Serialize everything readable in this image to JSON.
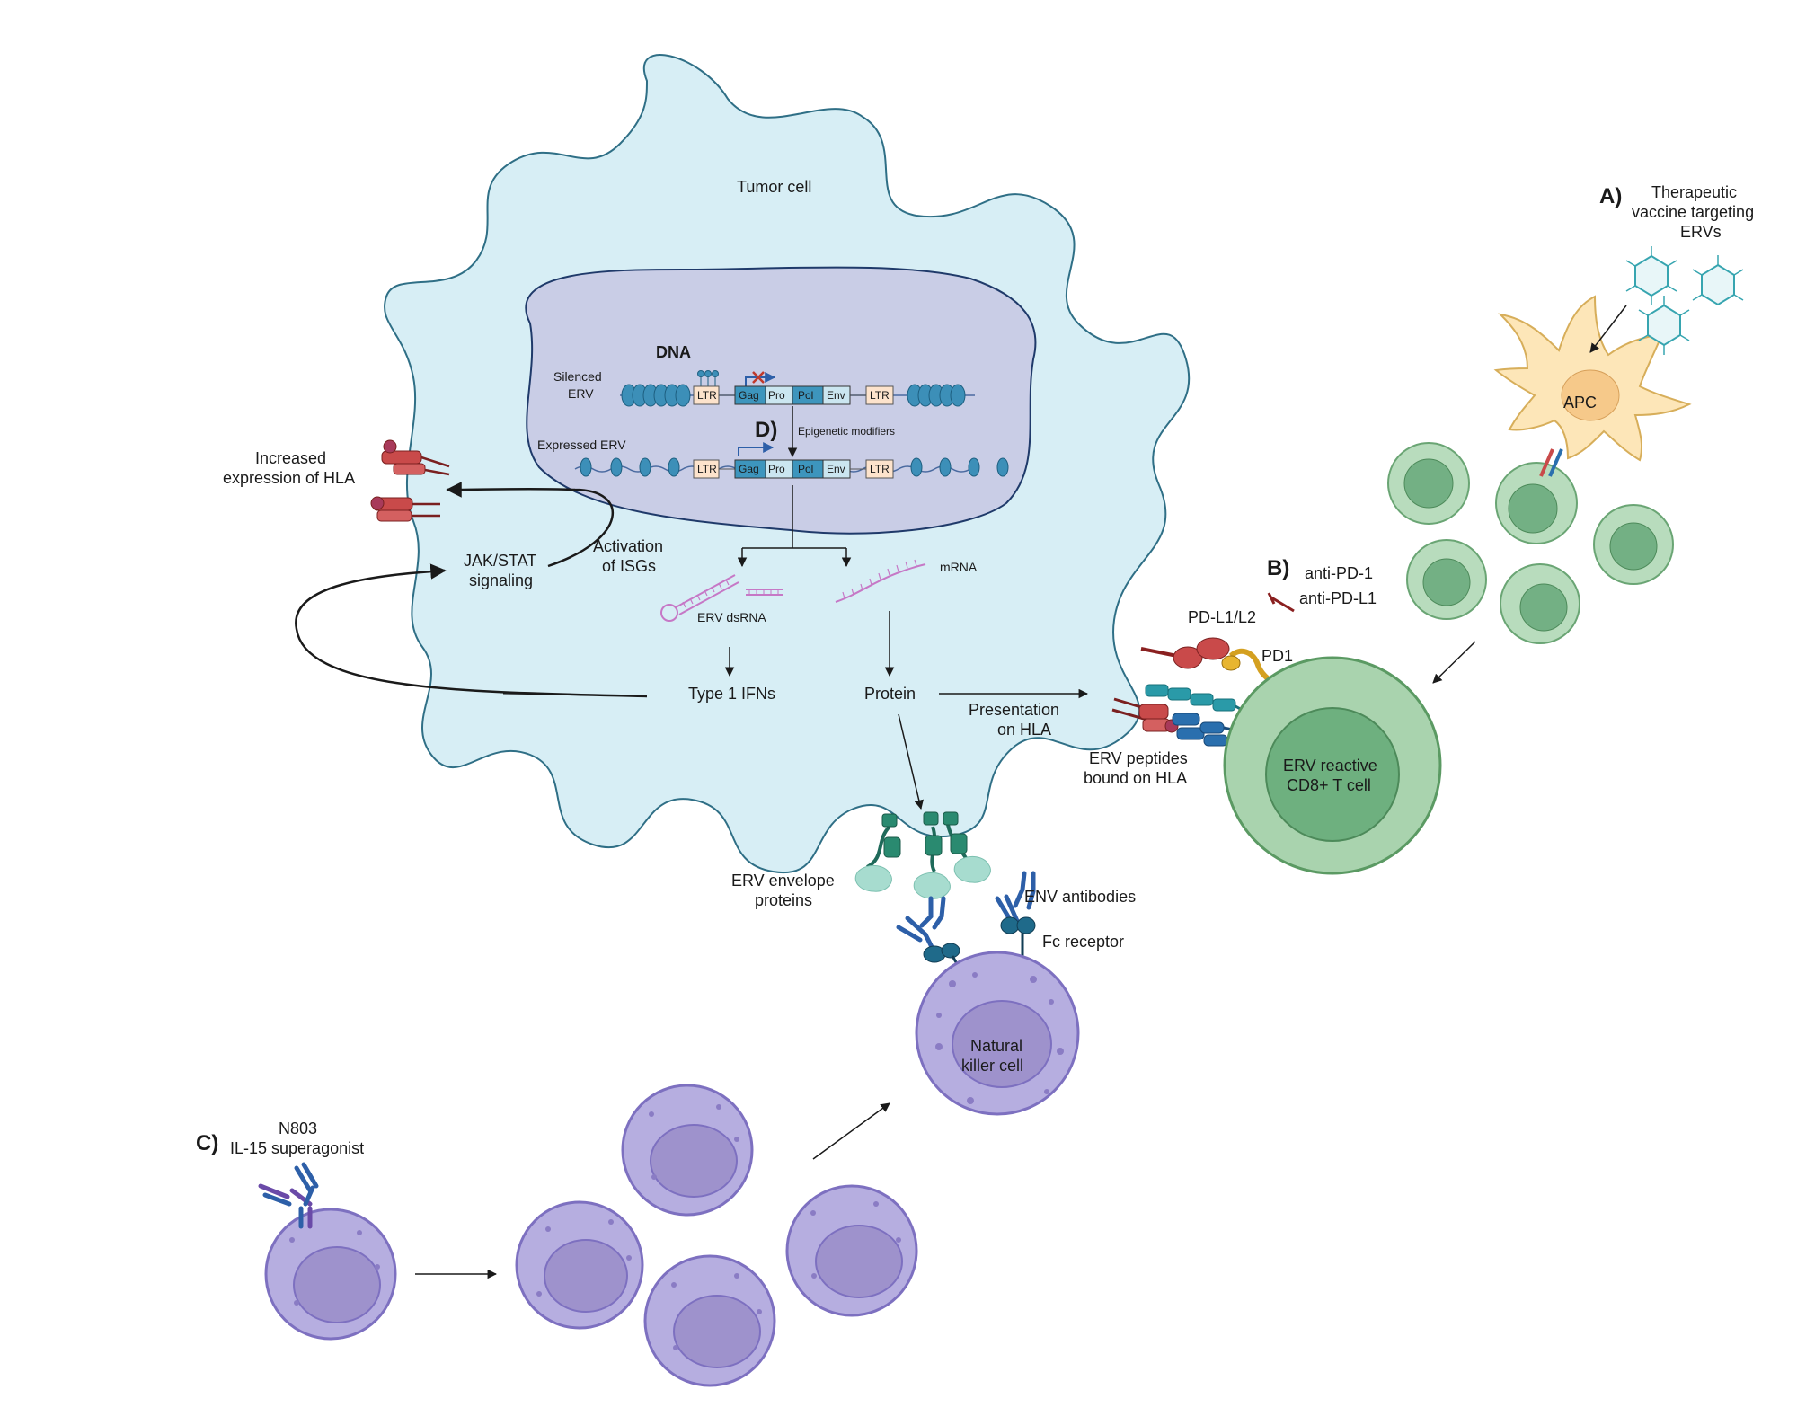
{
  "labels": {
    "tumor_cell": "Tumor cell",
    "dna": "DNA",
    "silenced_erv_1": "Silenced",
    "silenced_erv_2": "ERV",
    "expressed_erv": "Expressed ERV",
    "epigenetic_modifiers": "Epigenetic modifiers",
    "increased_hla_1": "Increased",
    "increased_hla_2": "expression of HLA",
    "jak_stat_1": "JAK/STAT",
    "jak_stat_2": "signaling",
    "activation_isgs_1": "Activation",
    "activation_isgs_2": "of ISGs",
    "erv_dsrna": "ERV dsRNA",
    "mrna": "mRNA",
    "type1_ifns": "Type 1 IFNs",
    "protein": "Protein",
    "presentation_1": "Presentation",
    "presentation_2": "on HLA",
    "erv_peptides_1": "ERV peptides",
    "erv_peptides_2": "bound on HLA",
    "pd_l1_l2": "PD-L1/L2",
    "pd1": "PD1",
    "anti_pd1": "anti-PD-1",
    "anti_pdl1": "anti-PD-L1",
    "tcell_1": "ERV reactive",
    "tcell_2": "CD8+ T cell",
    "apc": "APC",
    "vaccine_1": "Therapeutic",
    "vaccine_2": "vaccine targeting",
    "vaccine_3": "ERVs",
    "erv_env_1": "ERV envelope",
    "erv_env_2": "proteins",
    "env_antibodies": "ENV antibodies",
    "fc_receptor": "Fc receptor",
    "nk_1": "Natural",
    "nk_2": "killer cell",
    "n803_1": "N803",
    "n803_2": "IL-15 superagonist"
  },
  "gene_segments": {
    "ltr": "LTR",
    "gag": "Gag",
    "pro": "Pro",
    "pol": "Pol",
    "env": "Env"
  },
  "panel_letters": {
    "a": "A)",
    "b": "B)",
    "c": "C)",
    "d": "D)"
  },
  "colors": {
    "tumor_fill": "#d7eef5",
    "tumor_stroke": "#2f6f86",
    "nucleus_fill": "#c9cde6",
    "nucleus_stroke": "#1f3a6a",
    "tcell_outer": "#a9d3ae",
    "tcell_inner": "#6eb07f",
    "nk_outer": "#b6aee0",
    "nk_inner": "#9e92cc",
    "apc_fill": "#fde6b8",
    "hla_red": "#c94a4a",
    "rna_pink": "#c678c6"
  }
}
